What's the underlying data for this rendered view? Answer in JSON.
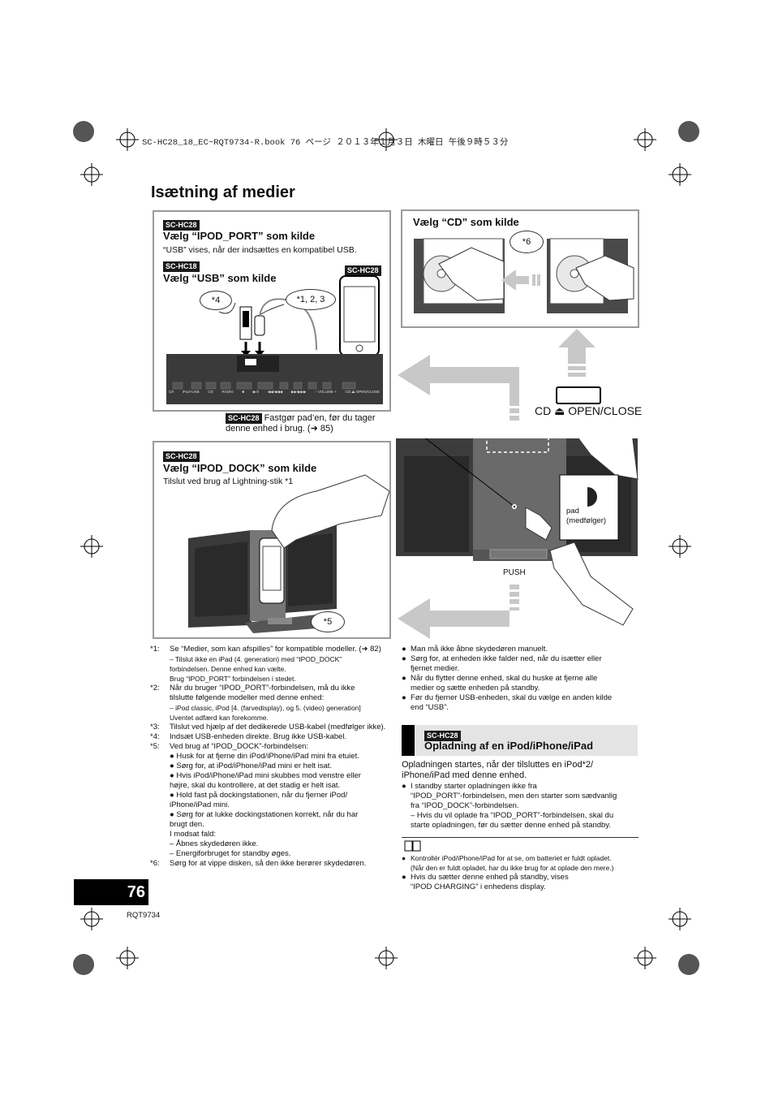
{
  "file_header": "SC-HC28_18_EC~RQT9734-R.book  76 ページ  ２０１３年１月３日  木曜日  午後９時５３分",
  "page_title": "Isætning af medier",
  "panel_usb": {
    "badge_hc28": "SC-HC28",
    "heading_ipod_port": "Vælg “IPOD_PORT” som kilde",
    "note_ipod_port": "“USB” vises, når der indsættes en kompatibel USB.",
    "badge_hc18": "SC-HC18",
    "heading_usb": "Vælg “USB” som kilde",
    "badge_device": "SC-HC28",
    "callout_4": "*4",
    "callout_123": "*1, 2, 3",
    "unit_buttons": [
      "⏻/I",
      "iPod+USB",
      "CD",
      "RADIO",
      "■",
      "▶/II",
      "◀◀/◀◀◀",
      "▶▶/▶▶▶",
      "– VOLUME +",
      "CD ⏏ OPEN/CLOSE"
    ]
  },
  "panel_cd": {
    "heading": "Vælg “CD” som kilde",
    "callout_6": "*6"
  },
  "pad_note": {
    "badge": "SC-HC28",
    "text_line1": "Fastgør pad’en, før du tager",
    "text_line2": "denne enhed i brug. (➜ 85)"
  },
  "open_close_label": "CD ⏏ OPEN/CLOSE",
  "pad_label_line1": "pad",
  "pad_label_line2": "(medfølger)",
  "push_label": "PUSH",
  "panel_dock": {
    "badge": "SC-HC28",
    "heading": "Vælg “IPOD_DOCK” som kilde",
    "note": "Tilslut ved brug af Lightning-stik *1",
    "callout_5": "*5"
  },
  "footnotes": [
    {
      "key": "*1:",
      "lines": [
        "Se “Medier, som kan afspilles” for kompatible modeller. (➜ 82)",
        "–  Tilslut ikke en iPad (4. generation) med “IPOD_DOCK”",
        "    forbindelsen. Denne enhed kan vælte.",
        "    Brug “IPOD_PORT” forbindelsen i stedet."
      ]
    },
    {
      "key": "*2:",
      "lines": [
        "Når du bruger “IPOD_PORT”-forbindelsen, må du ikke",
        "tilslutte følgende modeller med denne enhed:",
        "–  iPod classic, iPod [4. (farvedisplay), og 5. (video) generation]",
        "    Uventet adfærd kan forekomme."
      ]
    },
    {
      "key": "*3:",
      "lines": [
        "Tilslut ved hjælp af det dedikerede USB-kabel (medfølger ikke)."
      ]
    },
    {
      "key": "*4:",
      "lines": [
        "Indsæt USB-enheden direkte. Brug ikke USB-kabel."
      ]
    },
    {
      "key": "*5:",
      "lines": [
        "Ved brug af “IPOD_DOCK”-forbindelsen:",
        "●  Husk for at fjerne din iPod/iPhone/iPad mini fra etuiet.",
        "●  Sørg for, at iPod/iPhone/iPad mini er helt isat.",
        "●  Hvis iPod/iPhone/iPad mini skubbes mod venstre eller",
        "    højre, skal du kontrollere, at det stadig er helt isat.",
        "●  Hold fast på dockingstationen, når du fjerner iPod/",
        "    iPhone/iPad mini.",
        "●  Sørg for at lukke dockingstationen korrekt, når du har",
        "    brugt den.",
        "    I modsat fald:",
        "    –  Åbnes skydedøren ikke.",
        "    –  Energiforbruget for standby øges."
      ]
    },
    {
      "key": "*6:",
      "lines": [
        "Sørg for at vippe disken, så den ikke berører skydedøren."
      ]
    }
  ],
  "right_bullets": [
    [
      "Man må ikke åbne skydedøren manuelt."
    ],
    [
      "Sørg for, at enheden ikke falder ned, når du isætter eller",
      "fjernet medier."
    ],
    [
      "Når du flytter denne enhed, skal du huske at fjerne alle",
      "medier og sætte enheden på standby."
    ],
    [
      "Før du fjerner USB-enheden, skal du vælge en anden kilde",
      "end “USB”."
    ]
  ],
  "charging": {
    "badge": "SC-HC28",
    "heading": "Opladning af en iPod/iPhone/iPad",
    "intro_line1": "Opladningen startes, når der tilsluttes en iPod*2/",
    "intro_line2": "iPhone/iPad med denne enhed.",
    "bullet1": [
      "I standby starter opladningen ikke fra",
      "“IPOD_PORT”-forbindelsen, men den starter som sædvanlig",
      "fra “IPOD_DOCK”-forbindelsen."
    ],
    "sub1": [
      "–  Hvis du vil oplade fra “IPOD_PORT”-forbindelsen, skal du",
      "    starte opladningen, før du sætter denne enhed på standby."
    ]
  },
  "notes": [
    [
      "Kontrollér iPod/iPhone/iPad for at se, om batteriet er fuldt opladet.",
      "(Når den er fuldt opladet, har du ikke brug for at oplade den mere.)"
    ],
    [
      "Hvis du sætter denne enhed på standby, vises",
      "“IPOD CHARGING” i enhedens display."
    ]
  ],
  "page_number": "76",
  "doc_code": "RQT9734",
  "colors": {
    "badge": "#1a1a1a",
    "panel_border": "#9a9a9a",
    "section_bg": "#e4e4e4",
    "arrow": "#c8c8c8"
  }
}
